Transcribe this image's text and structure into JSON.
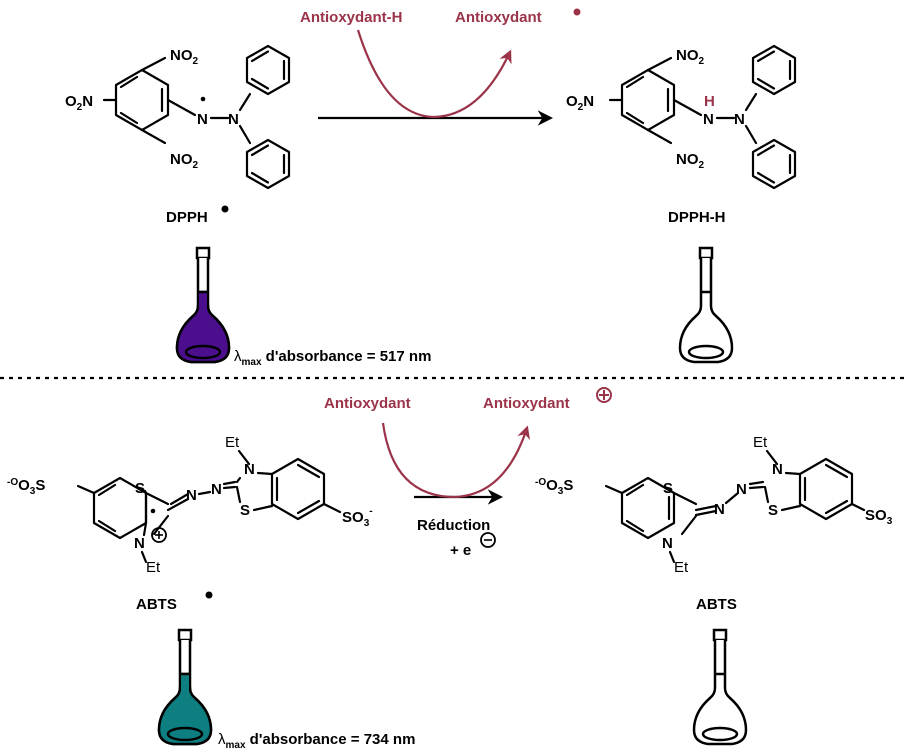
{
  "colors": {
    "accent": "#9B3349",
    "dpph_solution": "#4B0E8C",
    "abts_solution": "#0E7F80",
    "ink": "#000000"
  },
  "atoms": {
    "no2": "NO",
    "o2n": "O",
    "o2n_n": "N",
    "sub2": "2",
    "n": "N",
    "h": "H",
    "s": "S",
    "et": "Et",
    "so3_left_pre": "-O",
    "so3_left_post": "S",
    "sub3": "3",
    "so3_right": "SO",
    "so3_right_charge": "-"
  },
  "dpph": {
    "reagent": "Antioxydant-H",
    "product_radical": "Antioxydant",
    "start_label": "DPPH",
    "end_label": "DPPH-H",
    "lambda_symbol": "λ",
    "lambda_sub": "max",
    "lambda_text": " d'absorbance = 517 nm"
  },
  "abts": {
    "reagent": "Antioxydant",
    "product_cation": "Antioxydant",
    "start_label": "ABTS",
    "end_label": "ABTS",
    "reaction_line1": "Réduction",
    "reaction_line2": "+ e",
    "lambda_symbol": "λ",
    "lambda_sub": "max",
    "lambda_text": " d'absorbance = 734 nm"
  }
}
